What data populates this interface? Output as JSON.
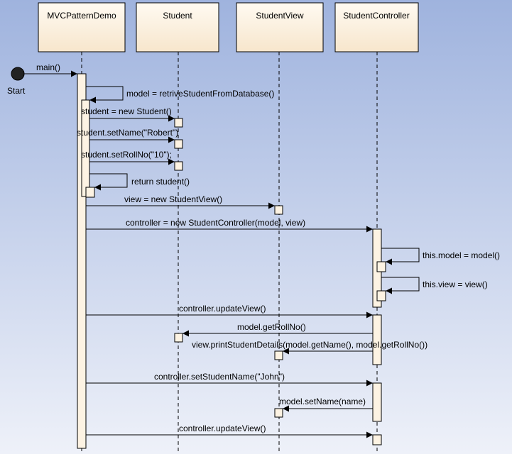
{
  "colors": {
    "background_top": "#9fb3de",
    "background_bottom": "#eef1f9",
    "box_fill": "#fdf3e3",
    "line": "#000000"
  },
  "participants": [
    {
      "id": "demo",
      "label": "MVCPatternDemo"
    },
    {
      "id": "student",
      "label": "Student"
    },
    {
      "id": "view",
      "label": "StudentView"
    },
    {
      "id": "controller",
      "label": "StudentController"
    }
  ],
  "start": {
    "label": "Start",
    "message": "main()"
  },
  "messages": [
    {
      "from": "demo",
      "to": "demo",
      "label": "model  = retriveStudentFromDatabase()"
    },
    {
      "from": "demo",
      "to": "student",
      "label": "student = new Student()"
    },
    {
      "from": "demo",
      "to": "student",
      "label": "student.setName(\"Robert\")"
    },
    {
      "from": "demo",
      "to": "student",
      "label": "student.setRollNo(\"10\");"
    },
    {
      "from": "demo",
      "to": "demo",
      "label": "return student()"
    },
    {
      "from": "demo",
      "to": "view",
      "label": "view = new StudentView()"
    },
    {
      "from": "demo",
      "to": "controller",
      "label": "controller = new StudentController(model, view)"
    },
    {
      "from": "controller",
      "to": "controller",
      "label": "this.model = model()"
    },
    {
      "from": "controller",
      "to": "controller",
      "label": "this.view = view()"
    },
    {
      "from": "demo",
      "to": "controller",
      "label": "controller.updateView()"
    },
    {
      "from": "controller",
      "to": "student",
      "label": "model.getRollNo()"
    },
    {
      "from": "controller",
      "to": "view",
      "label": "view.printStudentDetails(model.getName(), model.getRollNo())"
    },
    {
      "from": "demo",
      "to": "controller",
      "label": "controller.setStudentName(\"John\")"
    },
    {
      "from": "controller",
      "to": "view",
      "label": "model.setName(name)"
    },
    {
      "from": "demo",
      "to": "controller",
      "label": "controller.updateView()"
    }
  ]
}
